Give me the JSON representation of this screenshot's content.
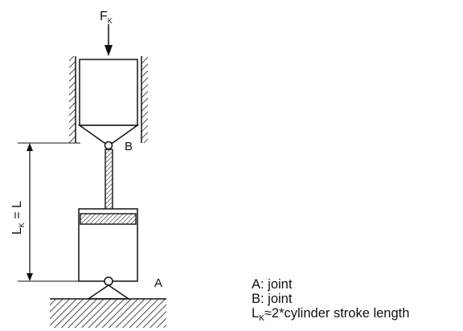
{
  "diagram": {
    "force_label": "F",
    "force_sub": "K",
    "joint_a_label": "A",
    "joint_b_label": "B",
    "buckling_label_main": "L",
    "buckling_label_sub": "K",
    "buckling_label_rest": " = L"
  },
  "legend": {
    "line_a": "A: joint",
    "line_b": "B: joint",
    "line_lk_main": "L",
    "line_lk_sub": "K",
    "line_lk_rest": "≈2*cylinder stroke length"
  }
}
